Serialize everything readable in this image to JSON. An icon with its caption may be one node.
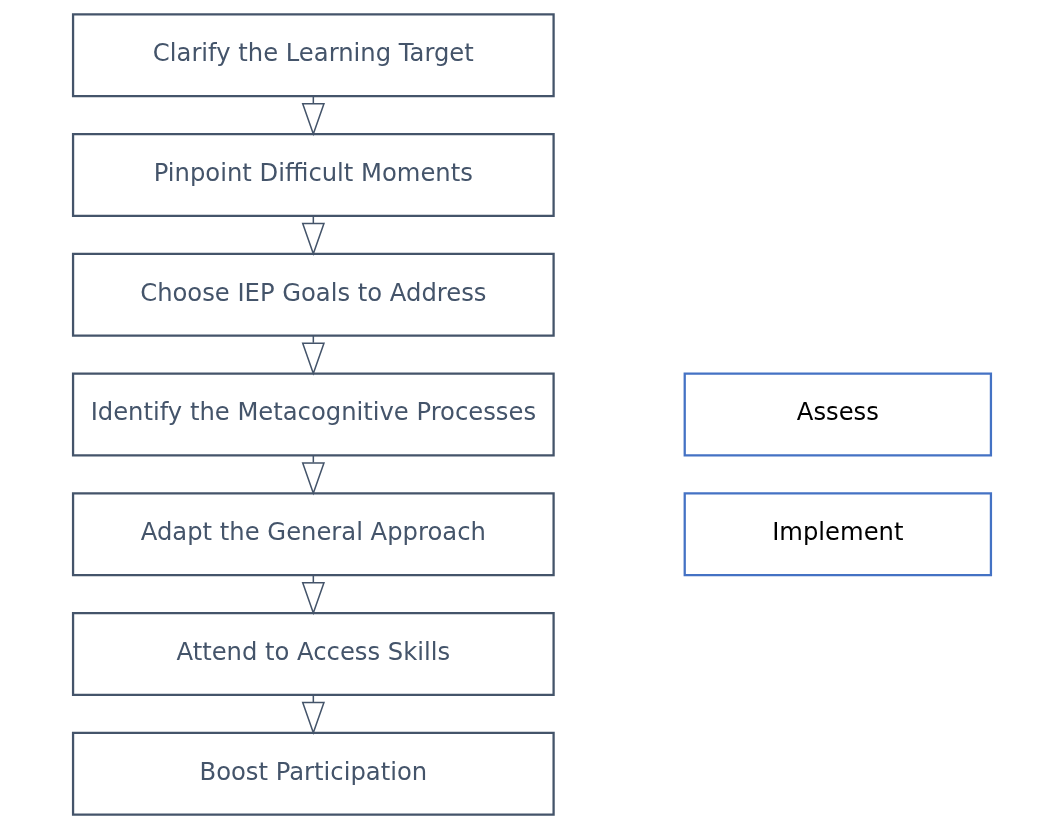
{
  "diagram": {
    "nodes": [
      {
        "text": [
          "Clarify the Learning Target"
        ]
      },
      {
        "text": [
          "Pinpoint Difficult Moments"
        ]
      },
      {
        "text": [
          "Choose IEP Goals to Address"
        ]
      },
      {
        "text": [
          "Identify the Metacognitive Processes"
        ]
      },
      {
        "text": [
          "Adapt the General Approach"
        ]
      },
      {
        "text": [
          "Attend to Access Skills"
        ]
      },
      {
        "text": [
          "Boost Participation"
        ]
      },
      {
        "text": [
          "Assess"
        ]
      },
      {
        "text": [
          "Implement"
        ]
      }
    ],
    "edges": [
      {
        "from": 0,
        "to": 1,
        "arrow": "to"
      },
      {
        "from": 1,
        "to": 2,
        "arrow": "to"
      },
      {
        "from": 2,
        "to": 3,
        "arrow": "to"
      },
      {
        "from": 3,
        "to": 4,
        "arrow": "to"
      },
      {
        "from": 4,
        "to": 5,
        "arrow": "to"
      },
      {
        "from": 5,
        "to": 6,
        "arrow": "to"
      }
    ]
  }
}
